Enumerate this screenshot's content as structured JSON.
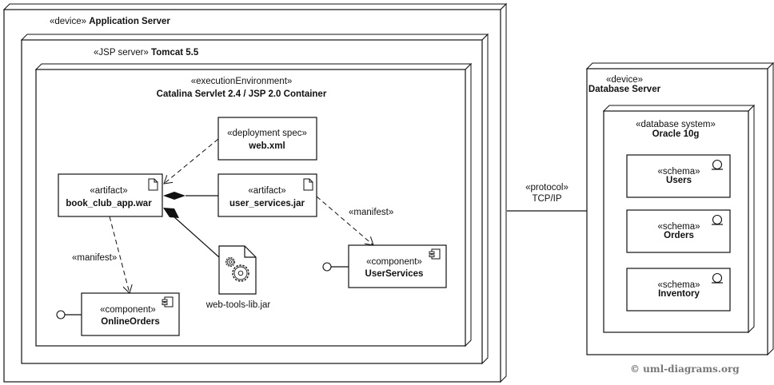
{
  "nodes": {
    "app_server": {
      "stereotype": "«device»",
      "name": "Application Server"
    },
    "tomcat": {
      "stereotype": "«JSP server»",
      "name": "Tomcat 5.5"
    },
    "catalina": {
      "stereotype": "«executionEnvironment»",
      "name": "Catalina Servlet 2.4 / JSP 2.0 Container"
    },
    "db_server": {
      "stereotype": "«device»",
      "name": "Database Server"
    },
    "oracle": {
      "stereotype": "«database system»",
      "name": "Oracle 10g"
    }
  },
  "artifacts": {
    "web_xml": {
      "stereotype": "«deployment spec»",
      "name": "web.xml"
    },
    "war": {
      "stereotype": "«artifact»",
      "name": "book_club_app.war",
      "icon": "document-icon"
    },
    "user_services_jar": {
      "stereotype": "«artifact»",
      "name": "user_services.jar",
      "icon": "document-icon"
    },
    "web_tools_lib": {
      "name": "web-tools-lib.jar",
      "icon": "gear-document-icon"
    }
  },
  "components": {
    "user_services": {
      "stereotype": "«component»",
      "name": "UserServices",
      "icon": "component-icon"
    },
    "online_orders": {
      "stereotype": "«component»",
      "name": "OnlineOrders",
      "icon": "component-icon"
    }
  },
  "schemas": [
    {
      "stereotype": "«schema»",
      "name": "Users",
      "icon": "schema-icon"
    },
    {
      "stereotype": "«schema»",
      "name": "Orders",
      "icon": "schema-icon"
    },
    {
      "stereotype": "«schema»",
      "name": "Inventory",
      "icon": "schema-icon"
    }
  ],
  "relations": {
    "manifest_left": "«manifest»",
    "manifest_right": "«manifest»",
    "protocol_stereotype": "«protocol»",
    "protocol_name": "TCP/IP"
  },
  "footer": {
    "copyright": "© uml-diagrams.org"
  }
}
